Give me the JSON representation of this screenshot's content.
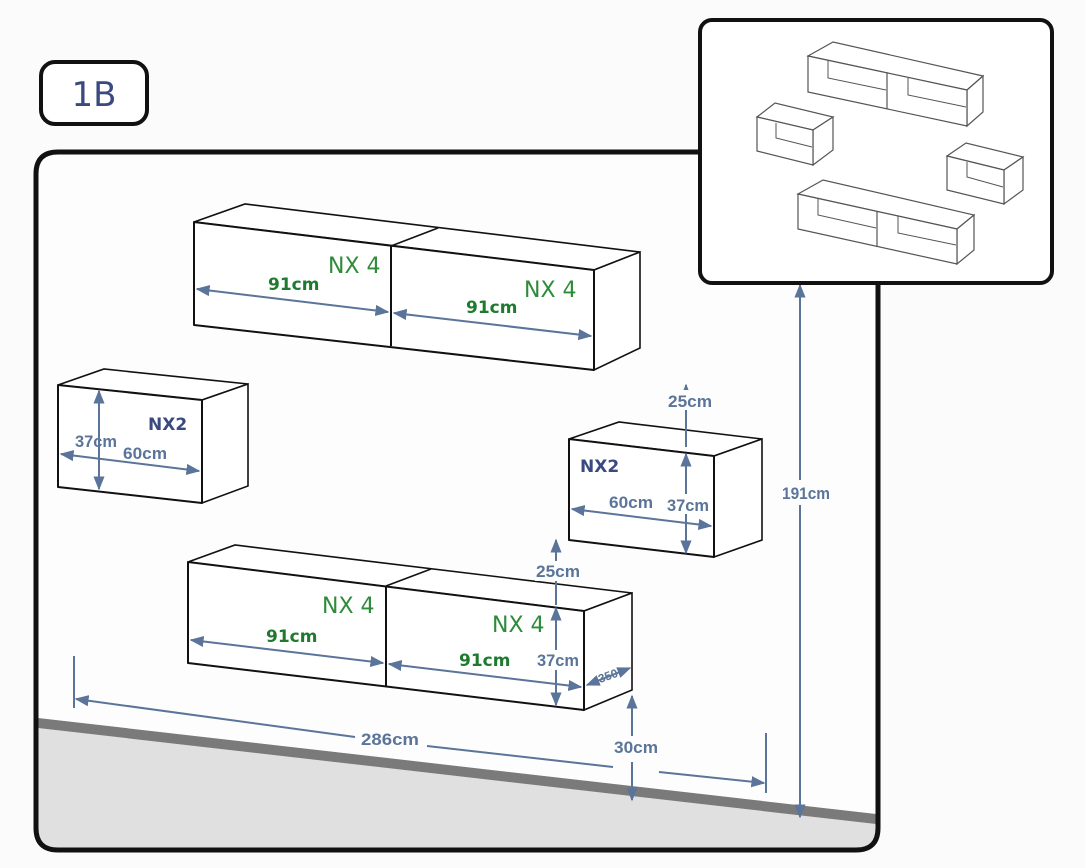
{
  "diagram": {
    "badge_label": "1B",
    "colors": {
      "dimension_lines": "#5a7599",
      "module_code_nx4": "#2e8b3a",
      "width_label": "#1f7a30",
      "module_code_nx2": "#3a4a80",
      "frame": "#111111",
      "floor": "#e0e0e0",
      "skirting": "#7a7a7a"
    },
    "top_unit": {
      "left_module": {
        "code": "NX 4",
        "width": "91cm"
      },
      "right_module": {
        "code": "NX 4",
        "width": "91cm"
      }
    },
    "left_small_unit": {
      "code": "NX2",
      "height": "37cm",
      "width": "60cm"
    },
    "right_small_unit": {
      "code": "NX2",
      "gap_above": "25cm",
      "width": "60cm",
      "height": "37cm"
    },
    "bottom_unit": {
      "left_module": {
        "code": "NX 4",
        "width": "91cm"
      },
      "right_module": {
        "code": "NX 4",
        "width": "91cm"
      },
      "gap_above": "25cm",
      "height": "37cm",
      "depth": "350"
    },
    "overall": {
      "total_width": "286cm",
      "floor_clearance": "30cm",
      "total_height": "191cm"
    },
    "inset": {
      "title": "assembled-view",
      "units": [
        "top-double-shelf",
        "left-single-shelf",
        "right-single-shelf",
        "bottom-double-shelf"
      ]
    }
  }
}
